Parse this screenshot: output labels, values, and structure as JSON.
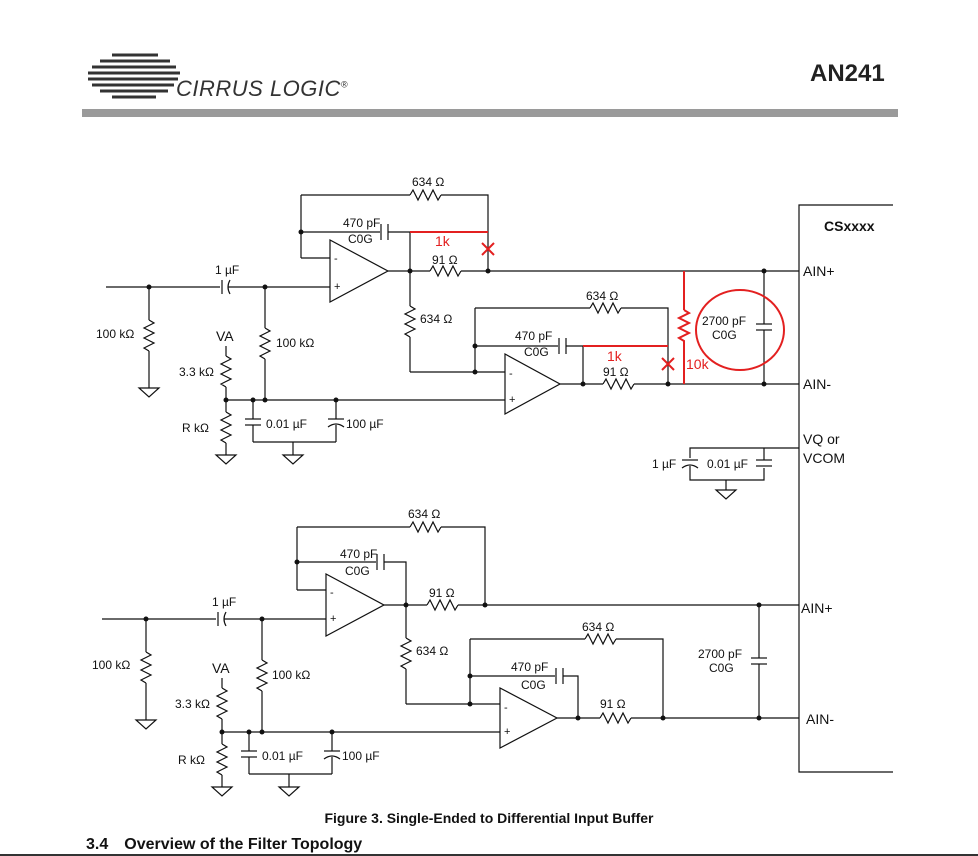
{
  "header": {
    "logo_text": "CIRRUS LOGIC",
    "logo_mark": "®",
    "doc_id": "AN241"
  },
  "schematic": {
    "chip_label": "CSxxxx",
    "pins": {
      "ain_plus_1": "AIN+",
      "ain_minus_1": "AIN-",
      "vq_or": "VQ or",
      "vcom": "VCOM",
      "ain_plus_2": "AIN+",
      "ain_minus_2": "AIN-"
    },
    "top": {
      "r_fb1": "634 Ω",
      "c_fb1": "470 pF",
      "c_fb1_type": "C0G",
      "r_out1": "91 Ω",
      "r_mid": "634 Ω",
      "r_fb2": "634 Ω",
      "c_fb2": "470 pF",
      "c_fb2_type": "C0G",
      "r_out2": "91 Ω",
      "c_in": "1 µF",
      "r_in": "100 kΩ",
      "va": "VA",
      "r_bias": "100 kΩ",
      "r_33": "3.3 kΩ",
      "r_r": "R kΩ",
      "c_001": "0.01 µF",
      "c_100": "100 µF",
      "c_diff": "2700 pF",
      "c_diff_type": "C0G",
      "c_vq1": "1 µF",
      "c_vq2": "0.01 µF",
      "mark_1k_a": "1k",
      "mark_1k_b": "1k",
      "mark_10k": "10k"
    },
    "bottom": {
      "r_fb1": "634 Ω",
      "c_fb1": "470 pF",
      "c_fb1_type": "C0G",
      "r_out1": "91 Ω",
      "r_mid": "634 Ω",
      "r_fb2": "634 Ω",
      "c_fb2": "470 pF",
      "c_fb2_type": "C0G",
      "r_out2": "91 Ω",
      "c_in": "1 µF",
      "r_in": "100 kΩ",
      "va": "VA",
      "r_bias": "100 kΩ",
      "r_33": "3.3 kΩ",
      "r_r": "R kΩ",
      "c_001": "0.01 µF",
      "c_100": "100 µF",
      "c_diff": "2700 pF",
      "c_diff_type": "C0G"
    }
  },
  "caption": "Figure 3.  Single-Ended to Differential Input Buffer",
  "section": {
    "number": "3.4",
    "title": "Overview of the Filter Topology"
  }
}
